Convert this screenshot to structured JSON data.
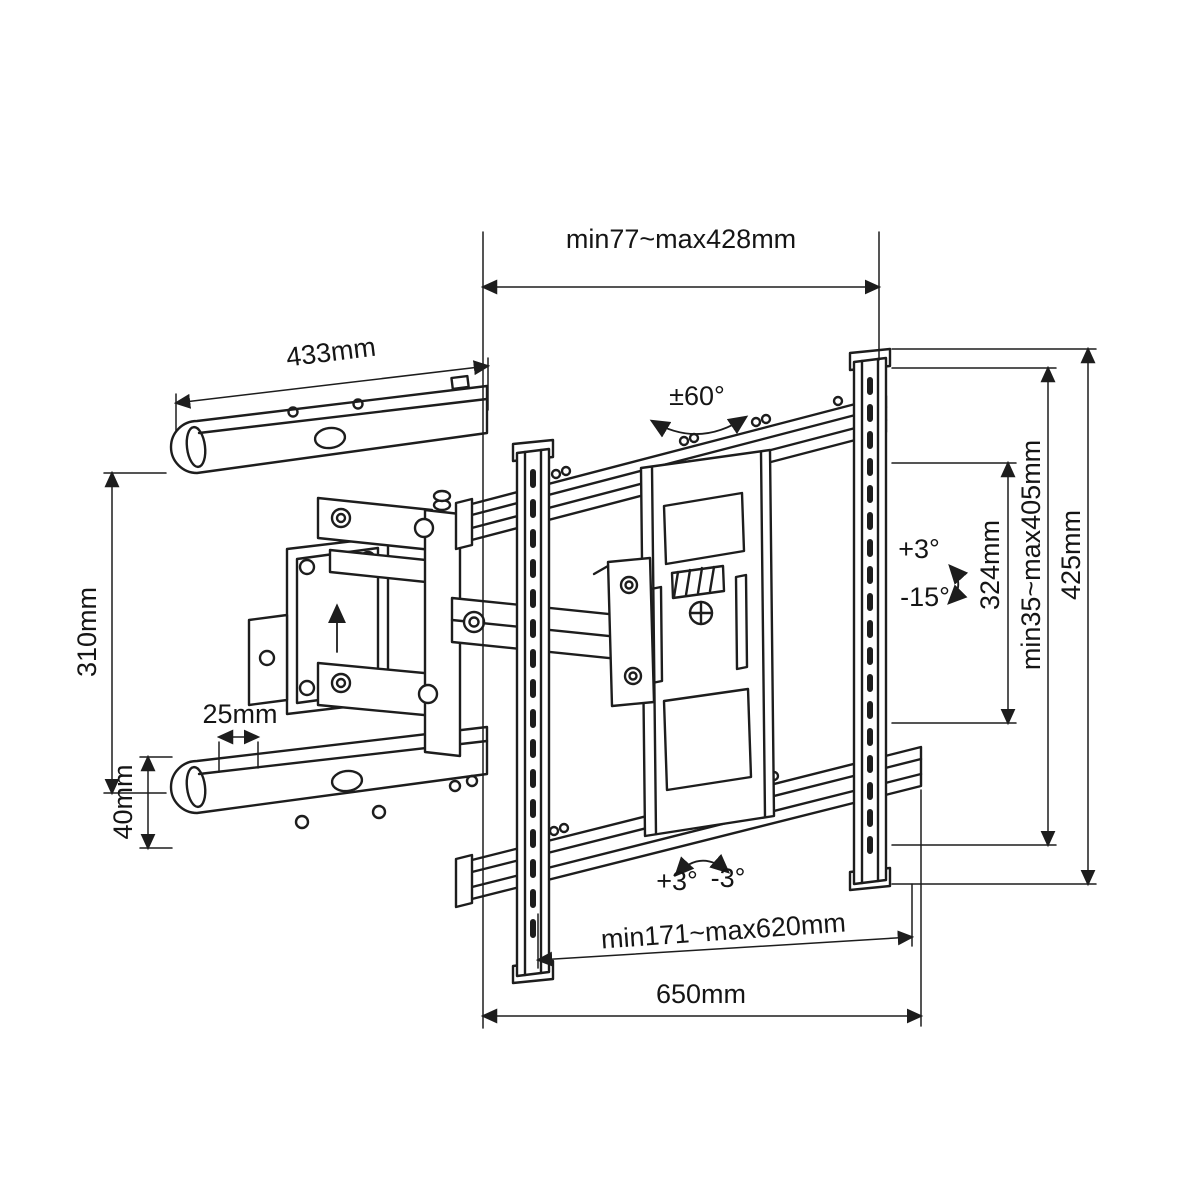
{
  "figure": {
    "background": "#ffffff",
    "line_color": "#1d1d1d"
  },
  "labels": {
    "top_extension": "min77~max428mm",
    "wall_arm_length": "433mm",
    "swivel_range": "±60°",
    "tilt_up": "+3°",
    "tilt_down": "-15°",
    "hole_pattern_height": "324mm",
    "vesa_height_range": "min35~max405mm",
    "total_height": "425mm",
    "wall_plate_height": "310mm",
    "arm_width": "25mm",
    "arm_thickness": "40mm",
    "level_plus": "+3°",
    "level_minus": "-3°",
    "vesa_width_range": "min171~max620mm",
    "total_width": "650mm"
  }
}
